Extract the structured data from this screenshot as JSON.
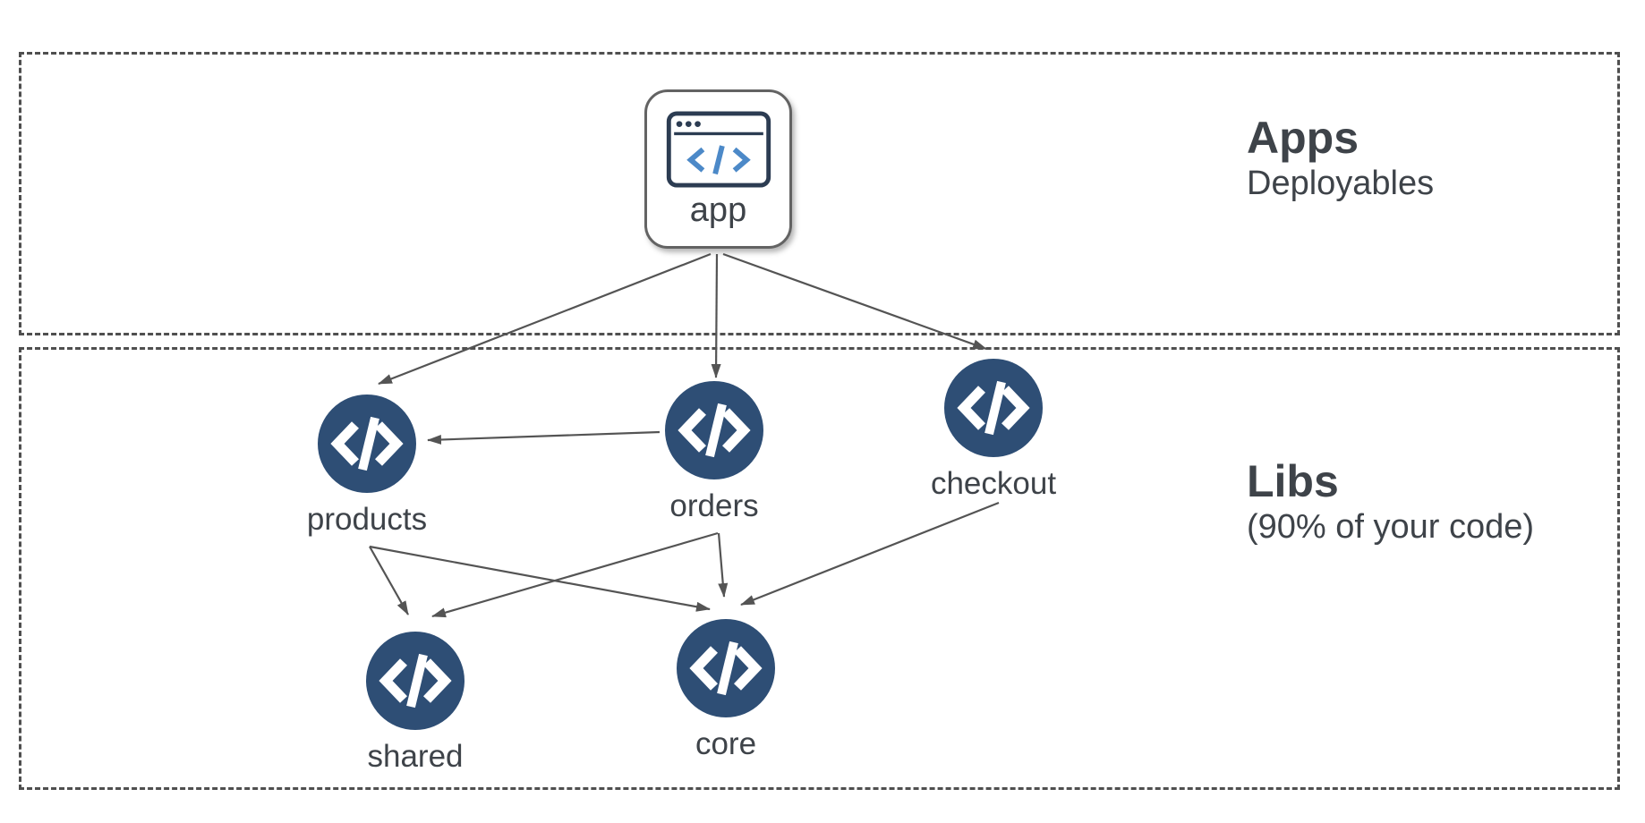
{
  "sections": {
    "apps": {
      "title": "Apps",
      "subtitle": "Deployables"
    },
    "libs": {
      "title": "Libs",
      "subtitle": "(90% of your code)"
    }
  },
  "nodes": {
    "app": {
      "label": "app",
      "kind": "application",
      "icon": "browser-code-icon"
    },
    "products": {
      "label": "products",
      "kind": "library",
      "icon": "code-icon"
    },
    "orders": {
      "label": "orders",
      "kind": "library",
      "icon": "code-icon"
    },
    "checkout": {
      "label": "checkout",
      "kind": "library",
      "icon": "code-icon"
    },
    "shared": {
      "label": "shared",
      "kind": "library",
      "icon": "code-icon"
    },
    "core": {
      "label": "core",
      "kind": "library",
      "icon": "code-icon"
    }
  },
  "edges": [
    {
      "from": "app",
      "to": "products"
    },
    {
      "from": "app",
      "to": "orders"
    },
    {
      "from": "app",
      "to": "checkout"
    },
    {
      "from": "orders",
      "to": "products"
    },
    {
      "from": "products",
      "to": "shared"
    },
    {
      "from": "products",
      "to": "core"
    },
    {
      "from": "orders",
      "to": "shared"
    },
    {
      "from": "orders",
      "to": "core"
    },
    {
      "from": "checkout",
      "to": "core"
    }
  ],
  "colors": {
    "background": "#ffffff",
    "text": "#3e4349",
    "node_fill": "#2e4e75",
    "edge": "#545454",
    "section_border": "#4f4f4f",
    "app_icon_outline": "#2c3c52",
    "app_icon_code": "#4c89c8"
  }
}
